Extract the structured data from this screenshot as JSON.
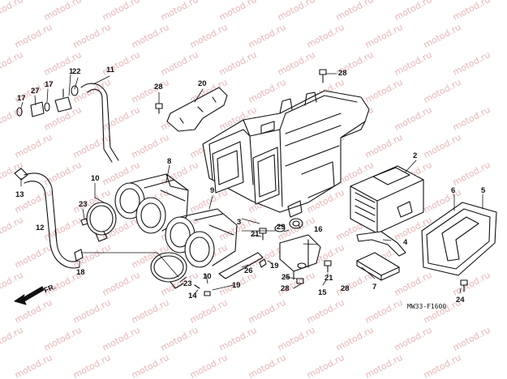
{
  "diagram": {
    "code": "MW33-F1600",
    "direction_label": "FR.",
    "watermark": "motod.ru",
    "part_labels": [
      "1",
      "2",
      "3",
      "4",
      "5",
      "6",
      "7",
      "8",
      "9",
      "10",
      "10",
      "11",
      "12",
      "13",
      "14",
      "15",
      "16",
      "17",
      "17",
      "18",
      "19",
      "19",
      "20",
      "21",
      "21",
      "22",
      "23",
      "23",
      "24",
      "25",
      "26",
      "27",
      "28",
      "28",
      "28",
      "28",
      "29"
    ]
  }
}
